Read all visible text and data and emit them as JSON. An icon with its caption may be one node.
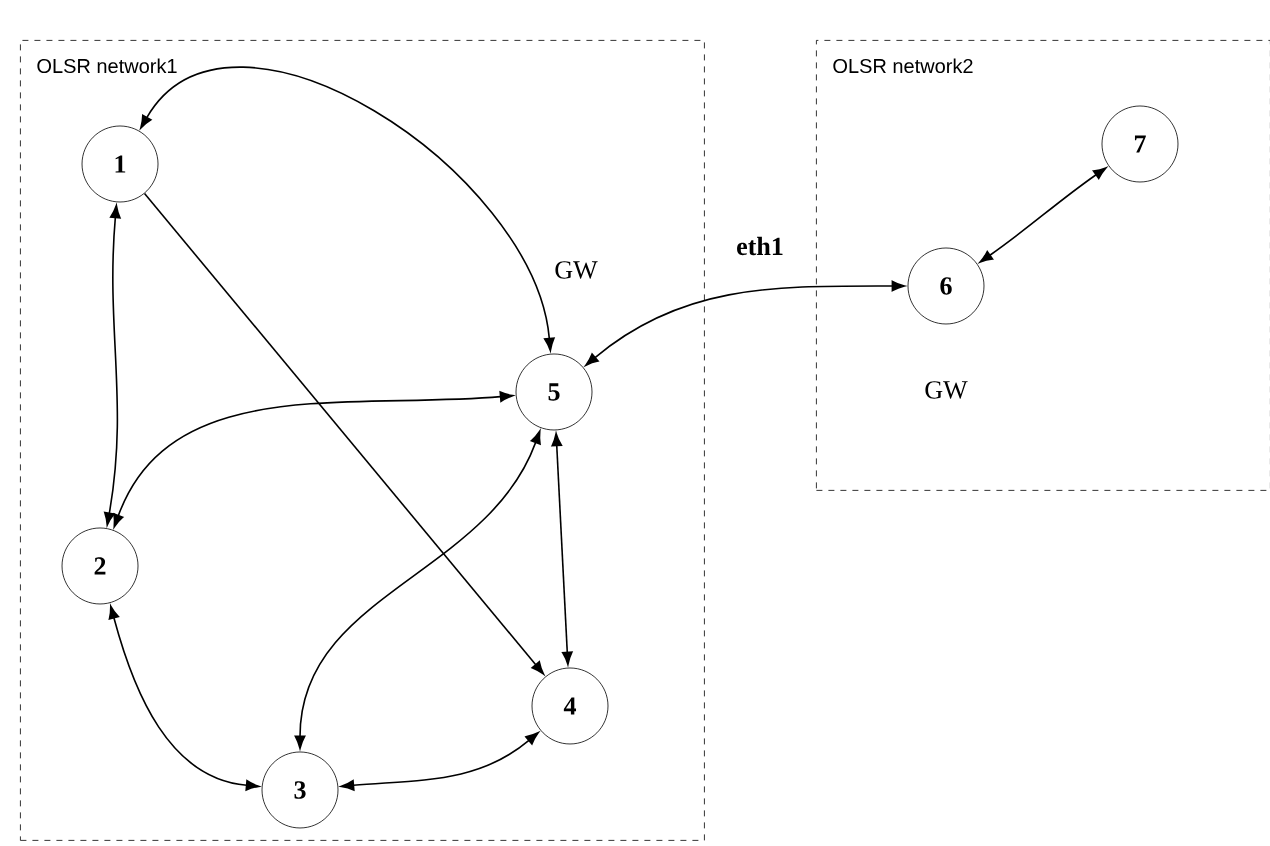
{
  "diagram": {
    "nodes": [
      {
        "text": [
          "OLSR network1"
        ]
      },
      {
        "text": [
          "1"
        ],
        "in": 0
      },
      {
        "text": [
          "2"
        ],
        "in": 0
      },
      {
        "text": [
          "3"
        ],
        "in": 0
      },
      {
        "text": [
          "4"
        ],
        "in": 0
      },
      {
        "text": [
          "5"
        ],
        "in": 0,
        "beside": [
          "GW"
        ]
      },
      {
        "text": [
          "OLSR network2"
        ]
      },
      {
        "text": [
          "6"
        ],
        "in": 6,
        "beside": [
          "GW"
        ]
      },
      {
        "text": [
          "7"
        ],
        "in": 6
      }
    ],
    "edges": [
      {
        "from": 1,
        "to": 5,
        "arrow": "both"
      },
      {
        "from": 1,
        "to": 4,
        "arrow": "to"
      },
      {
        "from": 1,
        "to": 2,
        "arrow": "both"
      },
      {
        "from": 2,
        "to": 5,
        "arrow": "both"
      },
      {
        "from": 2,
        "to": 3,
        "arrow": "both"
      },
      {
        "from": 3,
        "to": 5,
        "arrow": "both"
      },
      {
        "from": 3,
        "to": 4,
        "arrow": "both"
      },
      {
        "from": 5,
        "to": 4,
        "arrow": "both"
      },
      {
        "from": 5,
        "to": 7,
        "arrow": "both",
        "label": "eth1"
      },
      {
        "from": 7,
        "to": 8,
        "arrow": "both"
      }
    ]
  }
}
